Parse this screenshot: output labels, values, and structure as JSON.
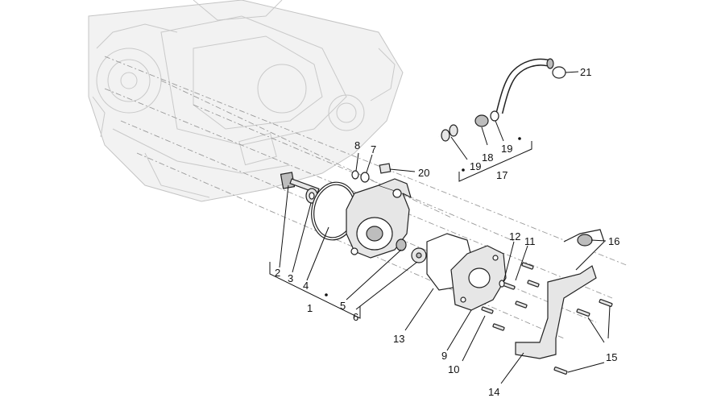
{
  "callouts": [
    {
      "id": "c1",
      "text": "1"
    },
    {
      "id": "c2",
      "text": "2"
    },
    {
      "id": "c3",
      "text": "3"
    },
    {
      "id": "c4",
      "text": "4"
    },
    {
      "id": "c5",
      "text": "5"
    },
    {
      "id": "c6",
      "text": "6"
    },
    {
      "id": "c7",
      "text": "7"
    },
    {
      "id": "c8",
      "text": "8"
    },
    {
      "id": "c9",
      "text": "9"
    },
    {
      "id": "c10",
      "text": "10"
    },
    {
      "id": "c11",
      "text": "11"
    },
    {
      "id": "c12",
      "text": "12"
    },
    {
      "id": "c13",
      "text": "13"
    },
    {
      "id": "c14",
      "text": "14"
    },
    {
      "id": "c15",
      "text": "15"
    },
    {
      "id": "c16",
      "text": "16"
    },
    {
      "id": "c17",
      "text": "17"
    },
    {
      "id": "c18",
      "text": "18"
    },
    {
      "id": "c19a",
      "text": "19"
    },
    {
      "id": "c19b",
      "text": "19"
    },
    {
      "id": "c20",
      "text": "20"
    },
    {
      "id": "c21",
      "text": "21"
    }
  ]
}
